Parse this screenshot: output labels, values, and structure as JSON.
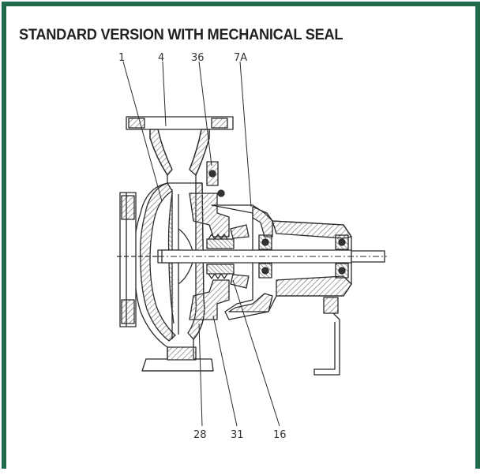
{
  "title": "STANDARD VERSION WITH MECHANICAL SEAL",
  "labels": {
    "top": [
      "1",
      "4",
      "36",
      "7A"
    ],
    "bottom": [
      "28",
      "31",
      "16"
    ]
  },
  "colors": {
    "frame": "#1f6b4a",
    "ink": "#2a2a2a",
    "hatch": "#8a8a8a",
    "background": "#ffffff"
  }
}
